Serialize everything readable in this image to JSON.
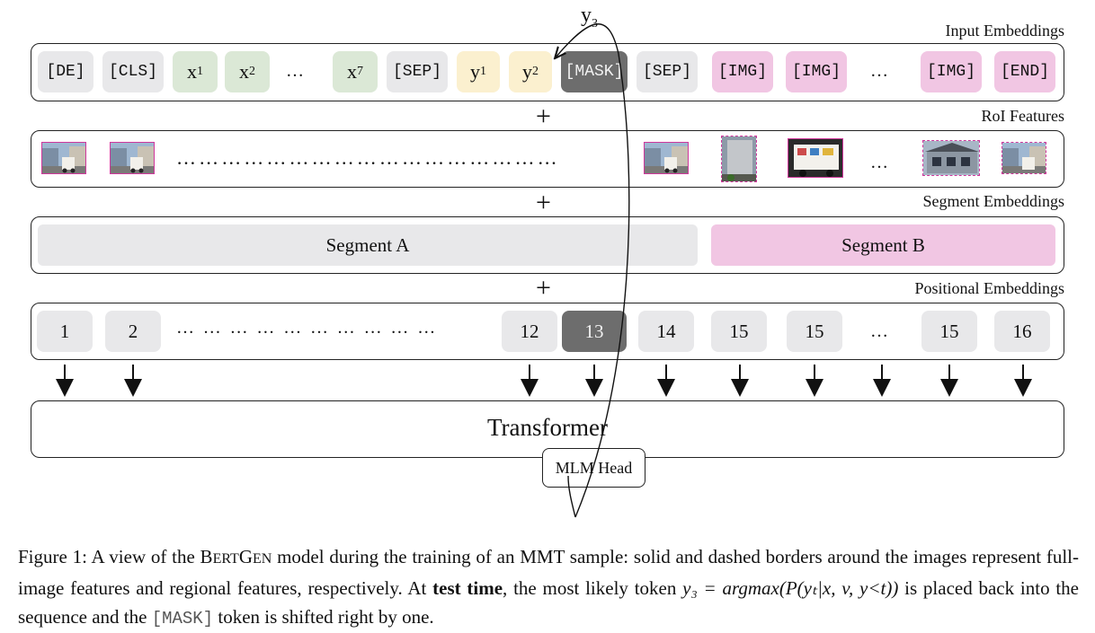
{
  "labels": {
    "input_embeddings": "Input Embeddings",
    "roi_features": "RoI Features",
    "segment_embeddings": "Segment Embeddings",
    "positional_embeddings": "Positional Embeddings"
  },
  "input_tokens": {
    "t_de": "[DE]",
    "t_cls": "[CLS]",
    "t_sep1": "[SEP]",
    "t_mask": "[MASK]",
    "t_sep2": "[SEP]",
    "t_img1": "[IMG]",
    "t_img2": "[IMG]",
    "t_img3": "[IMG]",
    "t_end": "[END]"
  },
  "math_tokens": {
    "x": "x",
    "sub_1": "1",
    "sub_2": "2",
    "sub_7": "7",
    "y": "y",
    "sub_y1": "1",
    "sub_y2": "2",
    "y3_main": "y",
    "y3_sub": "3"
  },
  "ellipsis": "…",
  "plus": "+",
  "segments": {
    "a": "Segment A",
    "b": "Segment B"
  },
  "positions": {
    "p1": "1",
    "p2": "2",
    "p12": "12",
    "p13": "13",
    "p14": "14",
    "p15a": "15",
    "p15b": "15",
    "p15c": "15",
    "p16": "16"
  },
  "transformer": "Transformer",
  "mlm_head": "MLM Head",
  "caption": {
    "prefix": "Figure 1: A view of the B",
    "bertgen_sc": "ERT",
    "gen_g": "G",
    "gen_sc": "EN",
    "part1": " model during the training of an MMT sample: solid and dashed borders around the images represent full-image features and regional features, respectively. At ",
    "bold": "test time",
    "part2": ", the most likely token ",
    "formula": "y₃ = argmax(P(yₜ|x, v, y<t))",
    "part3": " is placed back into the sequence and the ",
    "mask": "[MASK]",
    "part4": " token is shifted right by one."
  },
  "colors": {
    "gray_token": "#e8e8ea",
    "green_token": "#dbe8d6",
    "yellow_token": "#fbf0cf",
    "pink_token": "#f1c6e3",
    "mask_token": "#6d6d6d",
    "roi_border": "#d0379c"
  }
}
